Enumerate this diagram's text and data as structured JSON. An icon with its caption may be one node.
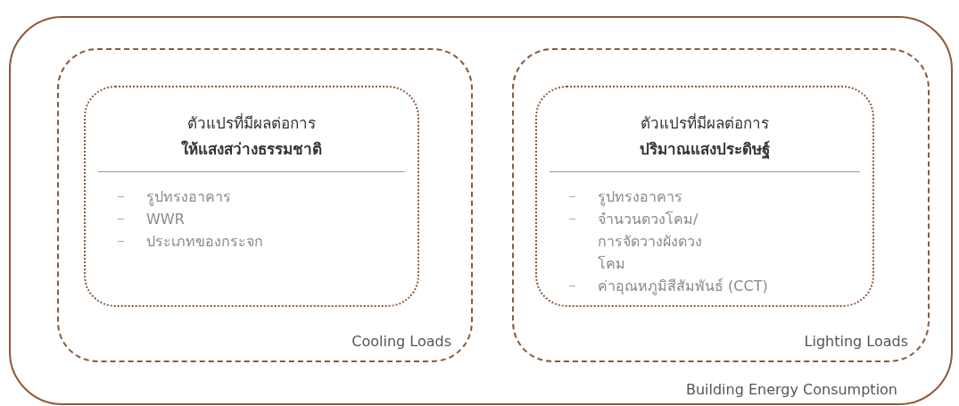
{
  "diagram": {
    "nodes": [
      {
        "text": [
          "Building Energy Consumption"
        ]
      },
      {
        "text": [
          "Cooling Loads"
        ],
        "in": 0
      },
      {
        "text": [
          "ตัวแปรที่มีผลต่อการ**ให้แสงสว่างธรรมชาติ**",
          "รูปทรงอาคาร",
          "WWR",
          "ประเภทของกระจก"
        ],
        "in": 1
      },
      {
        "text": [
          "Lighting Loads"
        ],
        "in": 0
      },
      {
        "text": [
          "ตัวแปรที่มีผลต่อการ**ปริมาณแสงประดิษฐ์**",
          "รูปทรงอาคาร",
          "จำนวนดวงโคม/การจัดวางผังดวงโคม",
          "ค่าอุณหภูมิสีสัมพันธ์ (CCT)"
        ],
        "in": 3
      }
    ],
    "edges": []
  }
}
